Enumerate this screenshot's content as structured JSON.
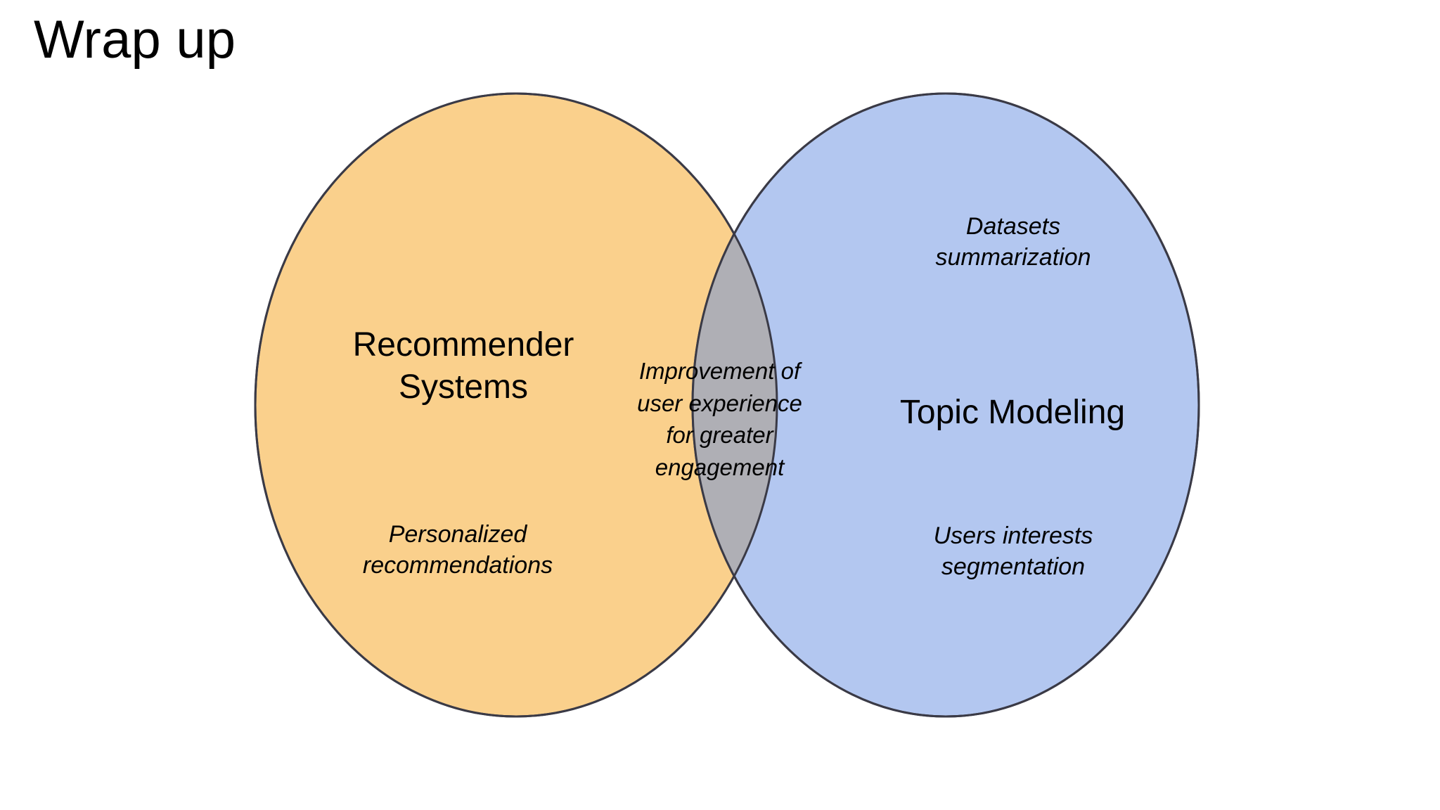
{
  "slide": {
    "title": "Wrap up",
    "background_color": "#ffffff",
    "text_color": "#000000"
  },
  "venn": {
    "type": "two-set-venn",
    "left_set": {
      "name": "Recommender Systems",
      "title": "Recommender\nSystems",
      "detail": "Personalized\nrecommendations",
      "fill_color": "#FAD08C",
      "stroke_color": "#3A3A46"
    },
    "right_set": {
      "name": "Topic Modeling",
      "title": "Topic Modeling",
      "detail_top": "Datasets\nsummarization",
      "detail_bottom": "Users interests\nsegmentation",
      "fill_color": "#B3C7F0",
      "stroke_color": "#3A3A46"
    },
    "intersection": {
      "name": "Improvement of user experience for greater engagement",
      "text": "Improvement of\nuser experience\nfor greater\nengagement",
      "fill_color": "#AFAFB5"
    }
  }
}
